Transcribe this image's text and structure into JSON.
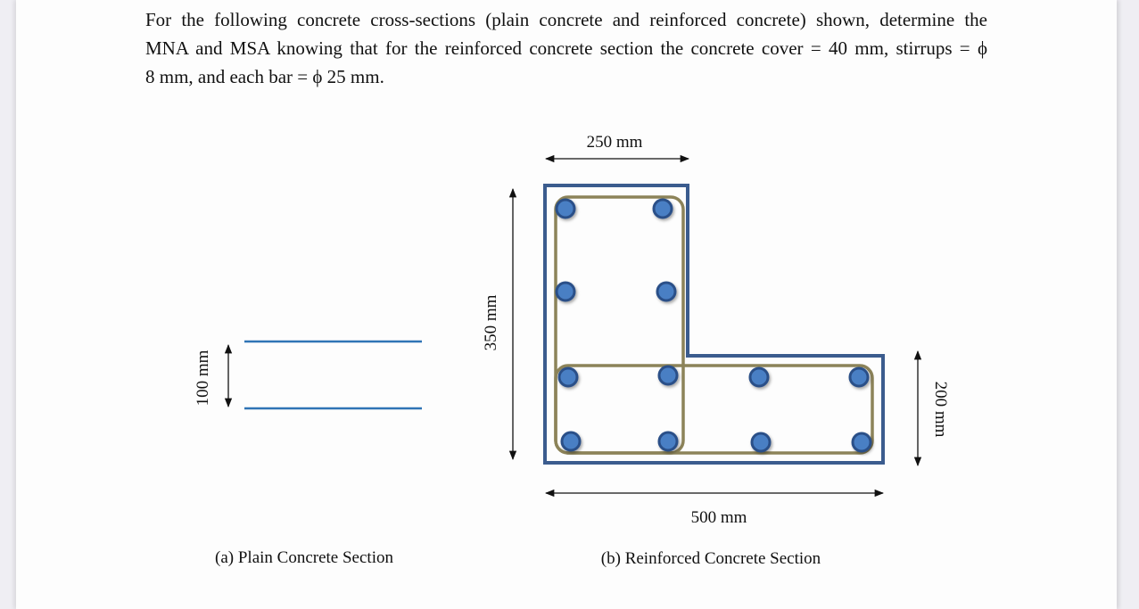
{
  "problem": {
    "line1": "For the following concrete cross-sections (plain concrete and reinforced concrete) shown, determine the",
    "line2": "MNA and MSA knowing that for the reinforced concrete section the concrete cover = 40 mm, stirrups = ϕ",
    "line3": "8 mm, and each bar = ϕ 25 mm."
  },
  "figure_a": {
    "caption": "(a) Plain Concrete Section",
    "height_label": "100 mm"
  },
  "figure_b": {
    "caption": "(b) Reinforced Concrete Section",
    "top_width_label": "250 mm",
    "total_height_label": "350 mm",
    "bottom_width_label": "500 mm",
    "flange_height_label": "200 mm",
    "bar_count": 12
  },
  "colors": {
    "outline": "#3b5c8e",
    "plain_lines": "#2f74b5",
    "stirrup": "#8c8359",
    "bar_fill": "#4a7fc4",
    "bar_stroke": "#2b5088"
  }
}
